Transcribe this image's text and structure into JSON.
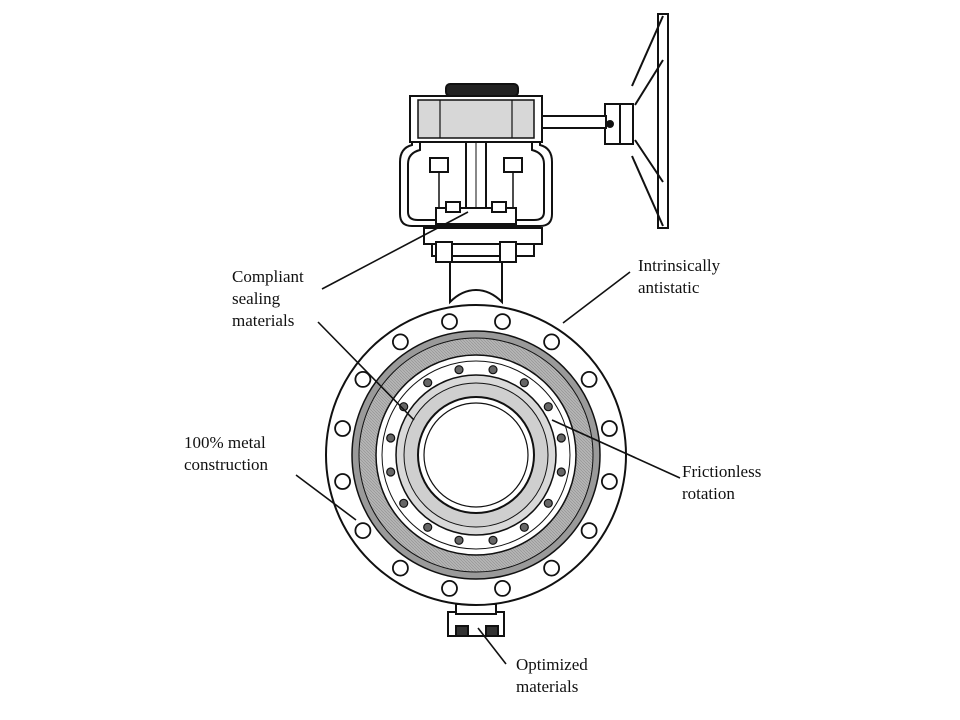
{
  "callouts": [
    {
      "id": "compliant",
      "lines": [
        "Compliant",
        "sealing",
        "materials"
      ]
    },
    {
      "id": "antistatic",
      "lines": [
        "Intrinsically",
        "antistatic"
      ]
    },
    {
      "id": "metal",
      "lines": [
        "100% metal",
        "construction"
      ]
    },
    {
      "id": "frictionless",
      "lines": [
        "Frictionless",
        "rotation"
      ]
    },
    {
      "id": "optimized",
      "lines": [
        "Optimized",
        "materials"
      ]
    }
  ],
  "colors": {
    "line": "#111111",
    "gray_band": "#a8a8a8",
    "light_gray": "#d9d9d9"
  }
}
